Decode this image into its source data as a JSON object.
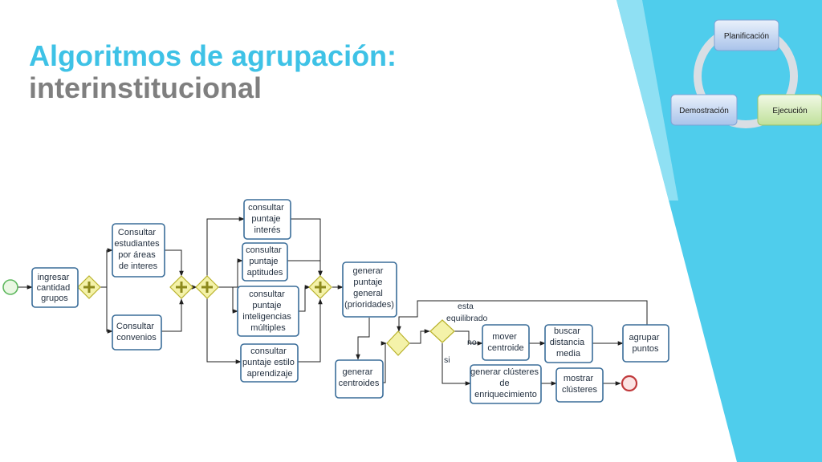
{
  "slide": {
    "title_line1": "Algoritmos de agrupación:",
    "title_line2": "interinstitucional"
  },
  "colors": {
    "title_primary": "#3ec2e6",
    "title_secondary": "#7f7f7f",
    "accent_band": "#4fcdec",
    "accent_band_light": "#8fe0f3",
    "node_border": "#3a6d99",
    "gateway_fill": "#f4f2a9",
    "gateway_border": "#b9b22c",
    "start_event": "#5fb85f",
    "end_event": "#c0393b"
  },
  "cycle": {
    "items": [
      "Planificación",
      "Ejecución",
      "Demostración"
    ]
  },
  "diagram": {
    "tasks": {
      "ingresar": [
        "ingresar",
        "cantidad",
        "grupos"
      ],
      "consultar_estudiantes": [
        "Consultar",
        "estudiantes",
        "por áreas",
        "de interes"
      ],
      "consultar_convenios": [
        "Consultar",
        "convenios"
      ],
      "consultar_interes": [
        "consultar",
        "puntaje",
        "interés"
      ],
      "consultar_aptitudes": [
        "consultar",
        "puntaje",
        "aptitudes"
      ],
      "consultar_inteligencias": [
        "consultar",
        "puntaje",
        "inteligencias",
        "múltiples"
      ],
      "consultar_estilo": [
        "consultar",
        "puntaje estilo",
        "aprendizaje"
      ],
      "generar_puntaje": [
        "generar",
        "puntaje",
        "general",
        "(prioridades)"
      ],
      "generar_centroides": [
        "generar",
        "centroides"
      ],
      "mover_centroide": [
        "mover",
        "centroide"
      ],
      "buscar_distancia": [
        "buscar",
        "distancia",
        "media"
      ],
      "agrupar_puntos": [
        "agrupar",
        "puntos"
      ],
      "generar_clusteres": [
        "generar clústeres",
        "de",
        "enriquecimiento"
      ],
      "mostrar_clusteres": [
        "mostrar",
        "clústeres"
      ]
    },
    "labels": {
      "esta_equilibrado": [
        "esta",
        "equilibrado"
      ],
      "no": "no",
      "si": "si"
    }
  }
}
